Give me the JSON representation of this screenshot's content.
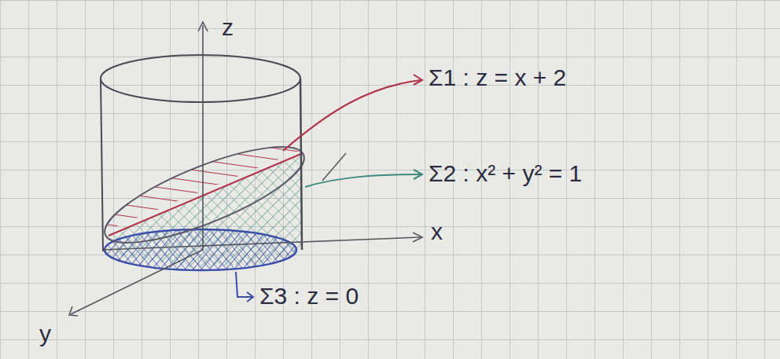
{
  "diagram": {
    "labels": [
      "z",
      "x",
      "y",
      "Σ1 : z = x + 2",
      "Σ2 : x² + y² = 1",
      "Σ3 : z = 0"
    ]
  }
}
